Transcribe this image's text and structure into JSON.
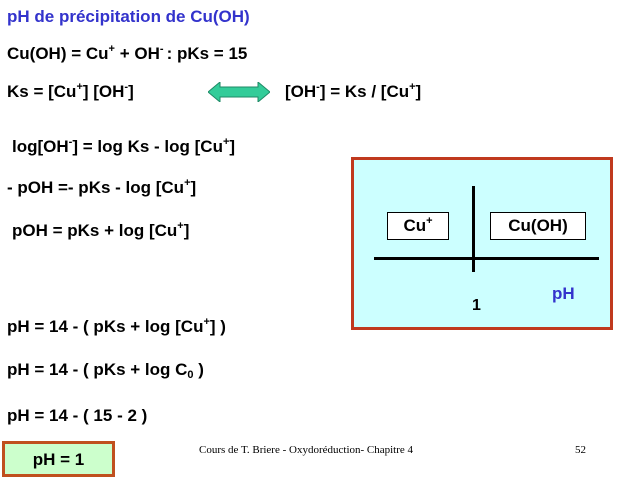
{
  "slide": {
    "title": "pH de précipitation de Cu(OH)",
    "title_color": "#3333cc",
    "lines": {
      "equilibrium": {
        "a": "Cu(OH) = Cu",
        "b": "+",
        "c": " +  OH",
        "d": "- ",
        "e": ": pKs =  15"
      },
      "ks_left": {
        "a": "Ks = [Cu",
        "b": "+",
        "c": "] [OH",
        "d": "-",
        "e": "]"
      },
      "ks_right": {
        "a": "[OH",
        "b": "-",
        "c": "] = Ks  / [Cu",
        "d": "+",
        "e": "]"
      },
      "log_eq": {
        "a": "log[OH",
        "b": "-",
        "c": "] = log Ks - log [Cu",
        "d": "+",
        "e": "]"
      },
      "poh_neg": {
        "a": "- pOH =- pKs - log [Cu",
        "b": "+",
        "c": "]"
      },
      "poh": {
        "a": "pOH = pKs + log [Cu",
        "b": "+",
        "c": "]"
      },
      "ph1": {
        "a": "pH = 14 -  ( pKs  + log [Cu",
        "b": "+",
        "c": "] )"
      },
      "ph2": {
        "a": "pH = 14 -  ( pKs  + log C",
        "b": "0",
        "c": " )"
      },
      "ph3": "pH = 14 -  ( 15 - 2 )"
    },
    "result": "pH = 1",
    "arrow_color": "#33cc99"
  },
  "diagram": {
    "ion_label": {
      "a": "Cu",
      "b": "+"
    },
    "solid_label": "Cu(OH)",
    "tick_label": "1",
    "axis_label": "pH"
  },
  "footer": {
    "text": "Cours de T. Briere - Oxydoréduction- Chapitre 4",
    "page_number": "52"
  }
}
